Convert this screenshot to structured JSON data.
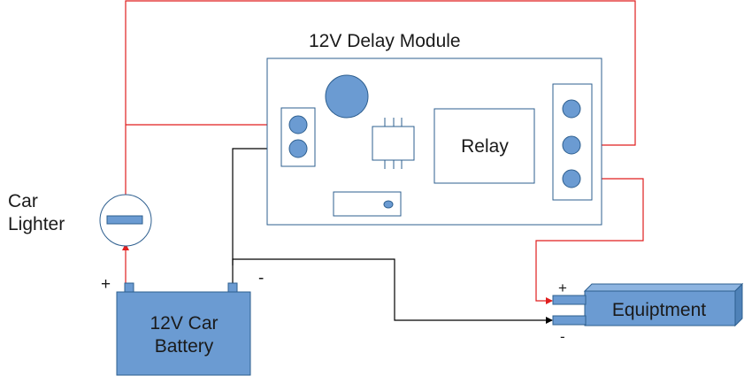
{
  "module": {
    "title": "12V Delay Module",
    "relay_label": "Relay"
  },
  "lighter": {
    "label_line1": "Car",
    "label_line2": "Lighter"
  },
  "battery": {
    "label_line1": "12V Car",
    "label_line2": "Battery",
    "plus": "+",
    "minus": "-"
  },
  "equipment": {
    "label": "Equiptment",
    "plus": "+",
    "minus": "-"
  },
  "colors": {
    "wire_positive": "#e01f1f",
    "wire_negative": "#000000",
    "component_fill": "#6b9bd2",
    "component_stroke": "#2e5f8f",
    "outline": "#2e5f8f"
  }
}
